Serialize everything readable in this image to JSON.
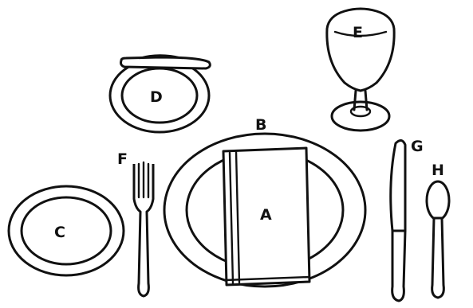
{
  "labels": {
    "a": "A",
    "b": "B",
    "c": "C",
    "d": "D",
    "e": "E",
    "f": "F",
    "g": "G",
    "h": "H"
  },
  "colors": {
    "line": "#111111",
    "background": "#ffffff"
  }
}
